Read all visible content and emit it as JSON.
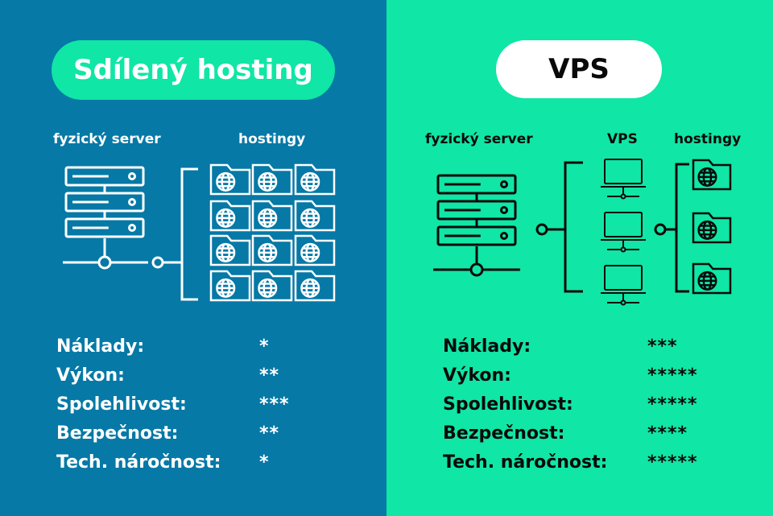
{
  "colors": {
    "left_bg": "#0679a6",
    "right_bg": "#10e6a5",
    "left_pill_bg": "#10e6a5",
    "right_pill_bg": "#ffffff"
  },
  "left": {
    "title": "Sdílený hosting",
    "server_label": "fyzický server",
    "hostings_label": "hostingy",
    "rows": [
      {
        "label": "Náklady:",
        "stars": "*"
      },
      {
        "label": "Výkon:",
        "stars": "**"
      },
      {
        "label": "Spolehlivost:",
        "stars": "***"
      },
      {
        "label": "Bezpečnost:",
        "stars": "**"
      },
      {
        "label": "Tech. náročnost:",
        "stars": "*"
      }
    ]
  },
  "right": {
    "title": "VPS",
    "server_label": "fyzický server",
    "vps_label": "VPS",
    "hostings_label": "hostingy",
    "rows": [
      {
        "label": "Náklady:",
        "stars": "***"
      },
      {
        "label": "Výkon:",
        "stars": "*****"
      },
      {
        "label": "Spolehlivost:",
        "stars": "*****"
      },
      {
        "label": "Bezpečnost:",
        "stars": "****"
      },
      {
        "label": "Tech. náročnost:",
        "stars": "*****"
      }
    ]
  },
  "icons": {
    "server": "server-rack-icon",
    "folder": "folder-globe-icon",
    "laptop": "laptop-icon"
  }
}
